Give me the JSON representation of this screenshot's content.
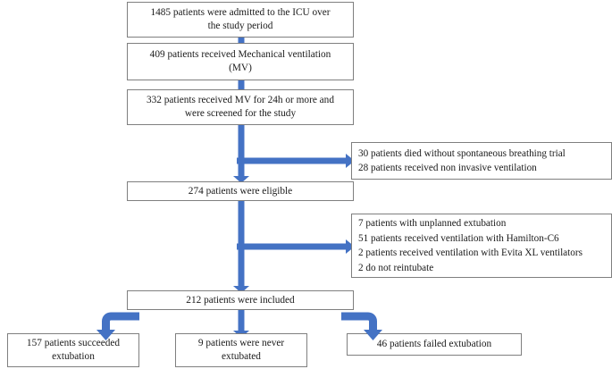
{
  "diagram": {
    "type": "patient-flow-diagram",
    "accent_color": "#4472C4",
    "box_border_color": "#7F7F7F",
    "background": "#FFFFFF",
    "nodes": {
      "admitted": {
        "id": "admitted",
        "text": "1485  patients were admitted to the ICU over\nthe study period",
        "count": 1485
      },
      "mechanical_ventilation": {
        "id": "mechanical_ventilation",
        "text": "409  patients received Mechanical ventilation\n(MV)",
        "count": 409
      },
      "screened": {
        "id": "screened",
        "text": "332 patients received MV for 24h or more and\nwere screened for the study",
        "count": 332
      },
      "excluded_one": {
        "id": "excluded_one",
        "text": "30 patients died without spontaneous breathing trial\n28 patients received non invasive ventilation",
        "counts": [
          30,
          28
        ]
      },
      "eligible": {
        "id": "eligible",
        "text": "274 patients were  eligible",
        "count": 274
      },
      "excluded_two": {
        "id": "excluded_two",
        "text": "7 patients with unplanned extubation\n51 patients received  ventilation with Hamilton-C6\n2 patients received  ventilation with Evita XL ventilators\n2 do not reintubate",
        "counts": [
          7,
          51,
          2,
          2
        ]
      },
      "included": {
        "id": "included",
        "text": "212 patients were included",
        "count": 212
      },
      "succeeded": {
        "id": "succeeded",
        "text": "157 patients succeeded\nextubation",
        "count": 157
      },
      "never_extubated": {
        "id": "never_extubated",
        "text": "9 patients were never\nextubated",
        "count": 9
      },
      "failed": {
        "id": "failed",
        "text": "46 patients failed extubation",
        "count": 46
      }
    },
    "connectors": [
      {
        "name": "admitted-to-mv",
        "kind": "arrow-down"
      },
      {
        "name": "mv-to-screened",
        "kind": "arrow-down"
      },
      {
        "name": "screened-to-eligible",
        "kind": "arrow-down"
      },
      {
        "name": "screened-to-excluded-one",
        "kind": "arrow-right-branch"
      },
      {
        "name": "eligible-to-included",
        "kind": "arrow-down"
      },
      {
        "name": "eligible-to-excluded-two",
        "kind": "arrow-right-branch"
      },
      {
        "name": "included-to-succeeded",
        "kind": "elbow-left-down"
      },
      {
        "name": "included-to-never-extubated",
        "kind": "arrow-down"
      },
      {
        "name": "included-to-failed",
        "kind": "elbow-right-down"
      }
    ]
  }
}
